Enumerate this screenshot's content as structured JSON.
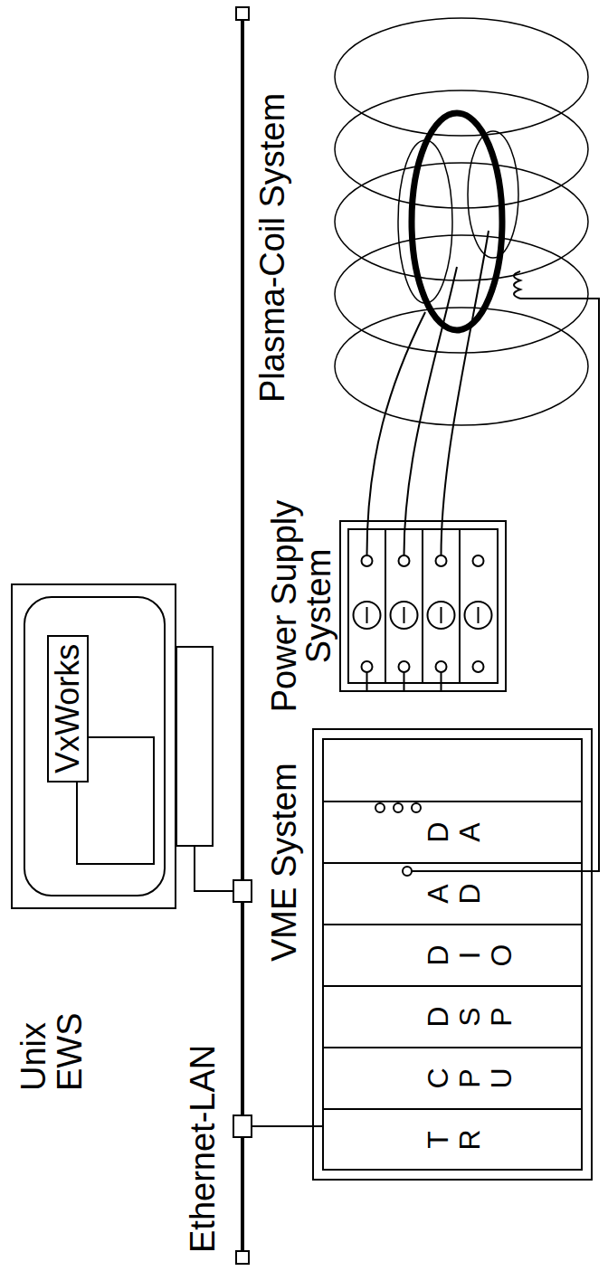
{
  "diagram": {
    "nodes": [
      {
        "text": [
          "Unix EWS"
        ]
      },
      {
        "text": [
          "VxWorks"
        ],
        "in": 0
      },
      {
        "text": [
          "VME System"
        ]
      },
      {
        "text": [
          "T R"
        ],
        "in": 2
      },
      {
        "text": [
          "C P U"
        ],
        "in": 2
      },
      {
        "text": [
          "D S P"
        ],
        "in": 2
      },
      {
        "text": [
          "D I O"
        ],
        "in": 2
      },
      {
        "text": [
          "A D"
        ],
        "in": 2
      },
      {
        "text": [
          "D A"
        ],
        "in": 2
      },
      {
        "text": [
          "Power Supply System"
        ]
      }
    ],
    "edges": [
      {
        "from": 8,
        "to": 9,
        "arrow": "none"
      },
      {
        "from": 8,
        "to": 9,
        "arrow": "none"
      },
      {
        "from": 8,
        "to": 9,
        "arrow": "none"
      }
    ],
    "labels": [
      "Ethernet-LAN",
      "Plasma-Coil System"
    ]
  }
}
